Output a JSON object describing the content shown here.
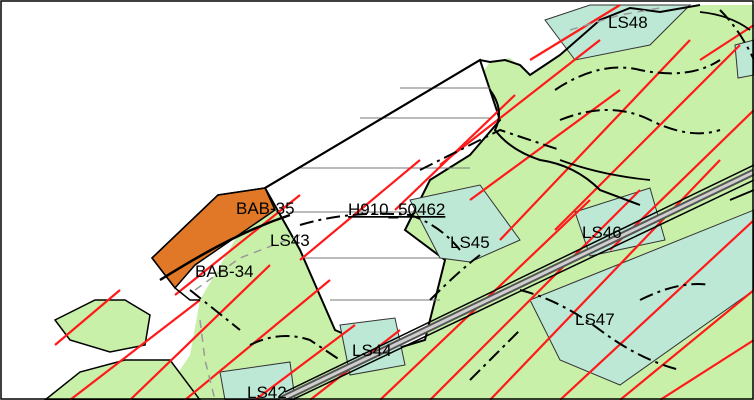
{
  "map": {
    "colors": {
      "land": "#c8f0a8",
      "zone": "#bde8d6",
      "highlight": "#e07828",
      "hatch": "#ff1a1a",
      "boundary": "#000000",
      "road": "#555555",
      "background": "#ffffff"
    },
    "labels": {
      "ls48": "LS48",
      "bab35": "BAB-35",
      "h910": "H910_50462",
      "ls43": "LS43",
      "ls45": "LS45",
      "ls46": "LS46",
      "bab34": "BAB-34",
      "ls47": "LS47",
      "ls44": "LS44",
      "ls42": "LS42"
    }
  }
}
